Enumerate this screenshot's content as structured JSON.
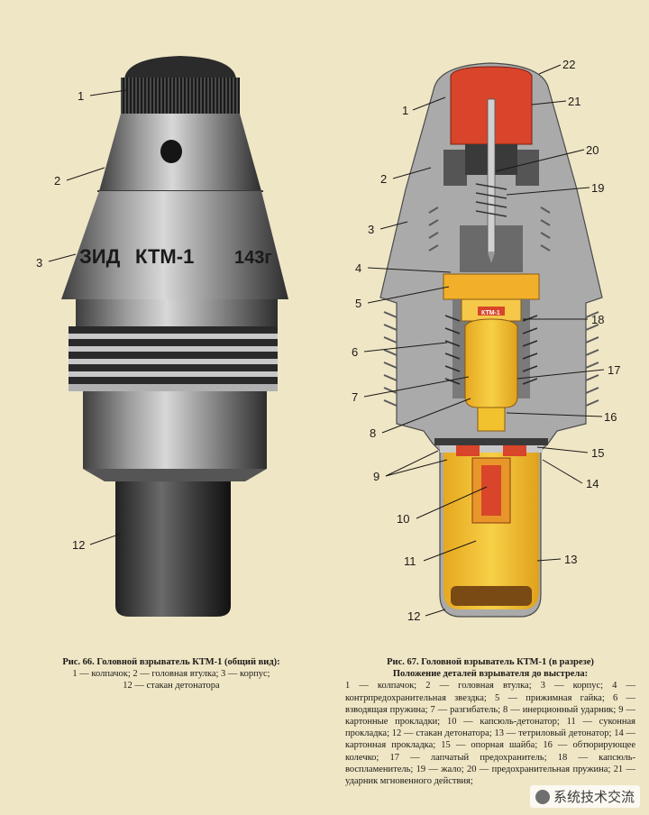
{
  "figure_left": {
    "engraving": {
      "maker": "ЗИД",
      "model": "КТМ-1",
      "year": "143г"
    },
    "callouts": [
      "1",
      "2",
      "3",
      "12"
    ],
    "caption_title": "Рис. 66. Головной взрыватель КТМ-1 (общий вид):",
    "caption_lines": [
      "1 — колпачок; 2 — головная втулка; 3 — корпус;",
      "12 — стакан детонатора"
    ]
  },
  "figure_right": {
    "callouts_left": [
      "1",
      "2",
      "3",
      "4",
      "5",
      "6",
      "7",
      "8",
      "9",
      "10",
      "11",
      "12"
    ],
    "callouts_right": [
      "22",
      "21",
      "20",
      "19",
      "18",
      "17",
      "16",
      "15",
      "14",
      "13"
    ],
    "inner_label": "КТМ-1",
    "caption_title": "Рис. 67. Головной взрыватель КТМ-1 (в разрезе)",
    "caption_subtitle": "Положение деталей взрывателя до выстрела:",
    "caption_body": "1 — колпачок; 2 — головная втулка; 3 — корпус; 4 — контрпредохранительная звездка; 5 — прижимная гайка; 6 — взводящая пружина; 7 — разгибатель; 8 — инерционный ударник; 9 — картонные прокладки; 10 — капсюль-детонатор; 11 — суконная прокладка; 12 — стакан детонатора; 13 — тетриловый детонатор; 14 — картонная прокладка; 15 — опорная шайба; 16 — обтюрирующее колечко; 17 — лапчатый предохранитель; 18 — капсюль-воспламенитель; 19 — жало; 20 — предохранительная пружина; 21 — ударник мгновенного действия;"
  },
  "watermark": "系统技术交流",
  "colors": {
    "paper": "#efe6c6",
    "metal": "#8d8d8d",
    "section_gray": "#a9a9a9",
    "red": "#d8452a",
    "yellow": "#f2c12e",
    "orange": "#e8952a"
  }
}
